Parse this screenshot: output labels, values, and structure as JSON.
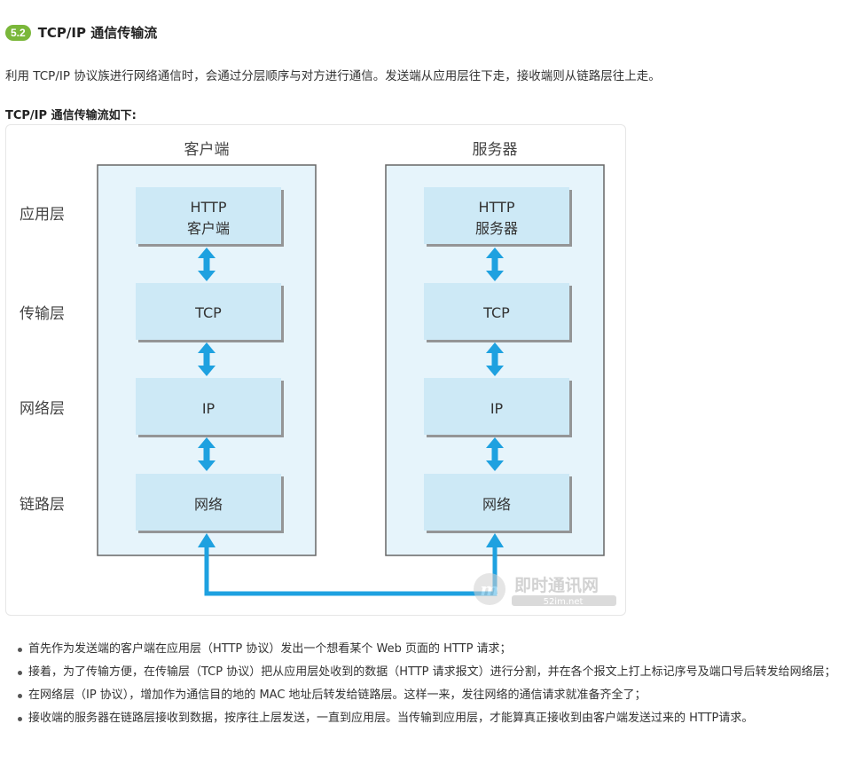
{
  "section": {
    "badge": "5.2",
    "title": "TCP/IP 通信传输流"
  },
  "intro": "利用 TCP/IP 协议族进行网络通信时，会通过分层顺序与对方进行通信。发送端从应用层往下走，接收端则从链路层往上走。",
  "figure": {
    "caption": "TCP/IP 通信传输流如下:",
    "client_title": "客户端",
    "server_title": "服务器",
    "layers": [
      "应用层",
      "传输层",
      "网络层",
      "链路层"
    ],
    "client_boxes": [
      {
        "line1": "HTTP",
        "line2": "客户端"
      },
      {
        "line1": "TCP",
        "line2": ""
      },
      {
        "line1": "IP",
        "line2": ""
      },
      {
        "line1": "网络",
        "line2": ""
      }
    ],
    "server_boxes": [
      {
        "line1": "HTTP",
        "line2": "服务器"
      },
      {
        "line1": "TCP",
        "line2": ""
      },
      {
        "line1": "IP",
        "line2": ""
      },
      {
        "line1": "网络",
        "line2": ""
      }
    ],
    "watermark": {
      "name": "即时通讯网",
      "url": "52im.net"
    },
    "colors": {
      "panel": "#e6f4fb",
      "box": "#cde9f6",
      "arrow": "#1ea1e0",
      "border": "#666666"
    }
  },
  "bullets": [
    "首先作为发送端的客户端在应用层（HTTP 协议）发出一个想看某个 Web 页面的 HTTP 请求；",
    "接着，为了传输方便，在传输层（TCP 协议）把从应用层处收到的数据（HTTP 请求报文）进行分割，并在各个报文上打上标记序号及端口号后转发给网络层；",
    "在网络层（IP 协议），增加作为通信目的地的 MAC 地址后转发给链路层。这样一来，发往网络的通信请求就准备齐全了；",
    "接收端的服务器在链路层接收到数据，按序往上层发送，一直到应用层。当传输到应用层，才能算真正接收到由客户端发送过来的 HTTP请求。"
  ]
}
